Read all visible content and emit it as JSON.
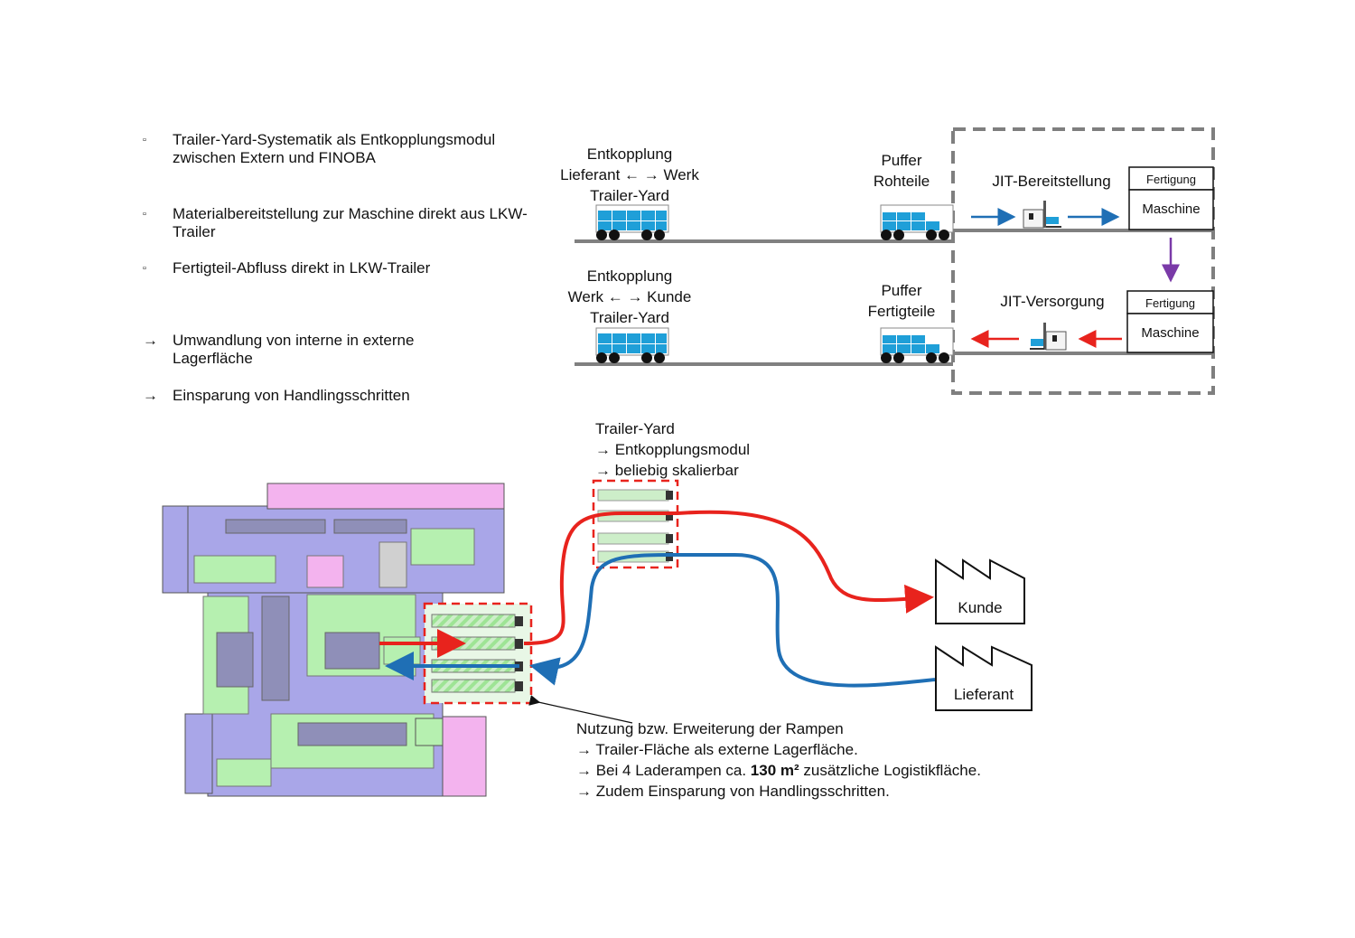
{
  "bullets": [
    {
      "marker": "▫",
      "text": "Trailer-Yard-Systematik als Entkopplungsmodul zwischen Extern und FINOBA"
    },
    {
      "marker": "▫",
      "text": "Materialbereitstellung zur Maschine direkt aus LKW-Trailer"
    },
    {
      "marker": "▫",
      "text": "Fertigteil-Abfluss direkt in LKW-Trailer"
    },
    {
      "marker": "→",
      "text": "Umwandlung von interne in externe Lagerfläche"
    },
    {
      "marker": "→",
      "text": "Einsparung von Handlingsschritten"
    }
  ],
  "top_flow": {
    "row1": {
      "yard_lines": [
        "Entkopplung",
        "Lieferant ← → Werk",
        "Trailer-Yard"
      ],
      "buffer_lines": [
        "Puffer",
        "Rohteile"
      ],
      "jit": "JIT-Bereitstellung",
      "box_top": "Fertigung",
      "box_main": "Maschine"
    },
    "row2": {
      "yard_lines": [
        "Entkopplung",
        "Werk ← → Kunde",
        "Trailer-Yard"
      ],
      "buffer_lines": [
        "Puffer",
        "Fertigteile"
      ],
      "jit": "JIT-Versorgung",
      "box_top": "Fertigung",
      "box_main": "Maschine"
    }
  },
  "yard_note": [
    "Trailer-Yard",
    "→  Entkopplungsmodul",
    "→  beliebig skalierbar"
  ],
  "destinations": {
    "customer": "Kunde",
    "supplier": "Lieferant"
  },
  "ramp_note": {
    "line1": "Nutzung bzw. Erweiterung der Rampen",
    "line2": "→  Trailer-Fläche als externe Lagerfläche.",
    "line3_pre": "→  Bei 4 Laderampen ca. ",
    "line3_bold": "130 m²",
    "line3_post": " zusätzliche Logistikfläche.",
    "line4": "→ Zudem Einsparung von Handlingsschritten."
  },
  "colors": {
    "outbound": "#e8231d",
    "inbound": "#1f6fb5",
    "container": "#1f9fd8",
    "dashed_box": "#7f7f7f",
    "floor_blue": "#a9a6e8",
    "floor_green": "#b6f0b0",
    "floor_pink": "#f3b3ee",
    "jit_arrow": "#7a3aa8"
  }
}
